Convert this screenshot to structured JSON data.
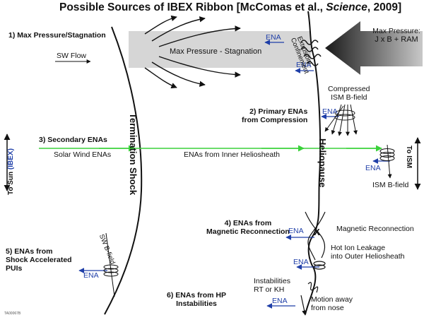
{
  "title": {
    "prefix": "Possible Sources of IBEX Ribbon [McComas et al., ",
    "journal": "Science",
    "suffix": ", 2009]"
  },
  "ena": "ENA",
  "labels": {
    "max_pressure": "1) Max Pressure/Stagnation",
    "sw_flow": "SW Flow",
    "stagnation": "Max Pressure - Stagnation",
    "extrusion": "Extrusion/",
    "confinement": "Confinement",
    "max_pressure_right": "Max Pressure:",
    "jxb_ram": "J x B + RAM",
    "compressed_1": "Compressed",
    "compressed_2": "ISM B-field",
    "primary_1": "2) Primary ENAs",
    "primary_2": "from Compression",
    "secondary": "3) Secondary ENAs",
    "solar_wind_enas": "Solar Wind ENAs",
    "inner_heliosheath": "ENAs from Inner Heliosheath",
    "ism_bfield": "ISM B-field",
    "termination_shock": "Termination Shock",
    "heliopause": "Heliopause",
    "to_sun": "To Sun",
    "ibex": "(IBEX)",
    "to_ism": "To ISM",
    "reconn_1": "4) ENAs from",
    "reconn_2": "Magnetic Reconnection",
    "x_mark": "X",
    "magnetic_reconnection": "Magnetic Reconnection",
    "hot_ion_1": "Hot Ion Leakage",
    "hot_ion_2": "into Outer Heliosheath",
    "shock_1": "5) ENAs from",
    "shock_2": "Shock Accelerated",
    "shock_3": "PUIs",
    "sw_bfield": "SW B-field",
    "instab_1": "Instabilities",
    "instab_2": "RT or KH",
    "hp_1": "6) ENAs from HP",
    "hp_2": "Instabilities",
    "motion_1": "Motion away",
    "motion_2": "from nose",
    "figure_id": "TA00067B"
  }
}
